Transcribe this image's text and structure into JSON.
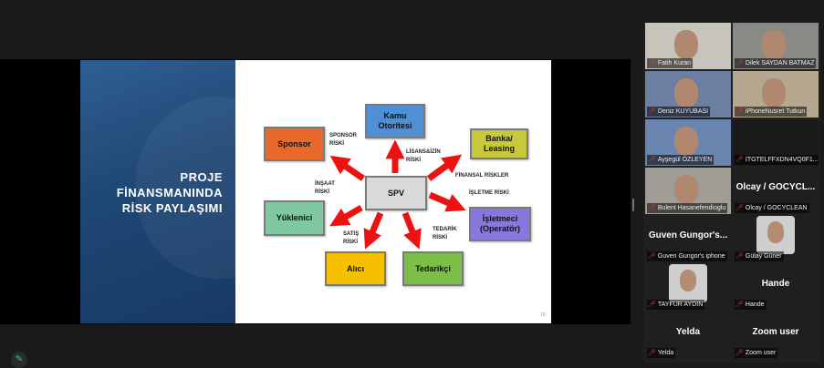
{
  "slide": {
    "title_lines": [
      "PROJE",
      "FİNANSMANINDA",
      "RİSK PAYLAŞIMI"
    ],
    "center": "SPV",
    "boxes": {
      "kamu": [
        "Kamu",
        "Otoritesi"
      ],
      "sponsor": "Sponsor",
      "banka": [
        "Banka/",
        "Leasing"
      ],
      "yuklenici": "Yüklenici",
      "isletmeci": [
        "İşletmeci",
        "(Operatör)"
      ],
      "alici": "Alıcı",
      "tedarikci": "Tedarikçi"
    },
    "risks": {
      "sponsor": [
        "SPONSOR",
        "RİSKİ"
      ],
      "lisans": [
        "LİSANS&İZİN",
        "RİSKİ"
      ],
      "finansal": "FİNANSAL RİSKLER",
      "insaat": [
        "İNŞAAT",
        "RİSKİ"
      ],
      "isletme": "İŞLETME RİSKİ",
      "satis": [
        "SATIŞ",
        "RİSKİ"
      ],
      "tedarik": [
        "TEDARİK",
        "RİSKİ"
      ]
    },
    "page_number": "18",
    "colors": {
      "arrow": "#ee1111",
      "kamu": "#4f8fd6",
      "sponsor": "#e8692a",
      "banka": "#c8c83c",
      "spv": "#d9d9d9",
      "yuklenici": "#7fc8a0",
      "isletmeci": "#8877dd",
      "alici": "#f5c000",
      "tedarikci": "#7cbf48"
    }
  },
  "participants": [
    {
      "name": "Fatih Kuran",
      "video": true
    },
    {
      "name": "Dilek SAYDAN BATMAZ",
      "video": true
    },
    {
      "name": "Deniz KUYUBASI",
      "video": true
    },
    {
      "name": "iPhoneNusret Tutkun",
      "video": true
    },
    {
      "name": "Ayşegül ÖZLEYEN",
      "video": true
    },
    {
      "name": "ITGTELFFXDN4VQ0F1...",
      "video": true
    },
    {
      "name": "Bulent Hasanefendioglu",
      "video": true
    },
    {
      "name": "Olcay / GOCYCLEAN",
      "display": "Olcay / GOCYCL..."
    },
    {
      "name": "Guven Gungor's iphone",
      "display": "Guven Gungor's..."
    },
    {
      "name": "Gülay Güner",
      "avatar": true
    },
    {
      "name": "TAYFUR AYDIN",
      "avatar": true
    },
    {
      "name": "Hande",
      "display": "Hande"
    },
    {
      "name": "Yelda",
      "display": "Yelda"
    },
    {
      "name": "Zoom user",
      "display": "Zoom user"
    }
  ]
}
